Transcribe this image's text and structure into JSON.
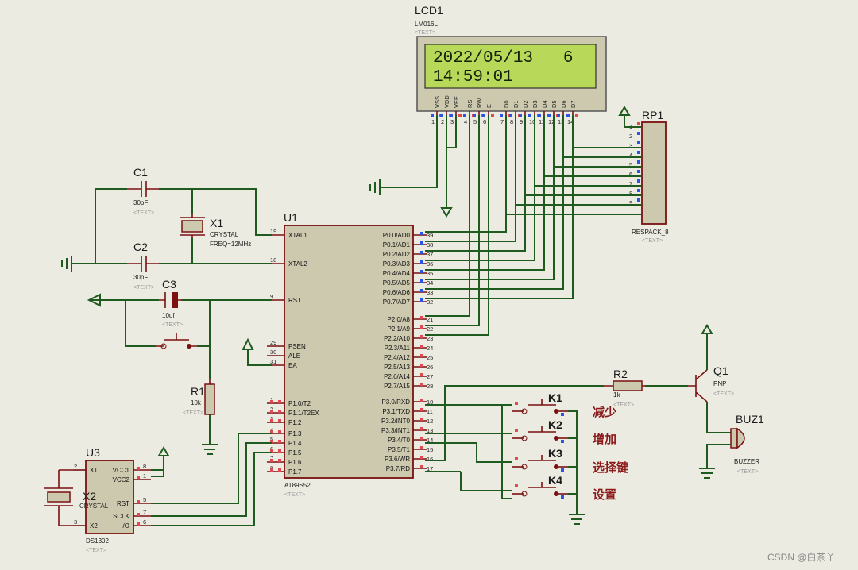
{
  "lcd": {
    "ref": "LCD1",
    "model": "LM016L",
    "text": "<TEXT>",
    "line1": "2022/05/13   6",
    "line2": "14:59:01",
    "pins": [
      "VSS",
      "VDD",
      "VEE",
      "RS",
      "RW",
      "E",
      "D0",
      "D1",
      "D2",
      "D3",
      "D4",
      "D5",
      "D6",
      "D7"
    ],
    "pin_numbers": [
      "1",
      "2",
      "3",
      "4",
      "5",
      "6",
      "7",
      "8",
      "9",
      "10",
      "11",
      "12",
      "13",
      "14"
    ]
  },
  "c1": {
    "ref": "C1",
    "value": "30pF",
    "text": "<TEXT>"
  },
  "c2": {
    "ref": "C2",
    "value": "30pF",
    "text": "<TEXT>"
  },
  "c3": {
    "ref": "C3",
    "value": "10uf",
    "text": "<TEXT>"
  },
  "x1": {
    "ref": "X1",
    "value": "CRYSTAL",
    "freq": "FREQ=12MHz"
  },
  "r1": {
    "ref": "R1",
    "value": "10k",
    "text": "<TEXT>"
  },
  "r2": {
    "ref": "R2",
    "value": "1k",
    "text": "<TEXT>"
  },
  "q1": {
    "ref": "Q1",
    "value": "PNP",
    "text": "<TEXT>"
  },
  "buz": {
    "ref": "BUZ1",
    "value": "BUZZER",
    "text": "<TEXT>"
  },
  "rp1": {
    "ref": "RP1",
    "value": "RESPACK_8",
    "text": "<TEXT>",
    "pins": [
      "1",
      "2",
      "3",
      "4",
      "5",
      "6",
      "7",
      "8",
      "9"
    ]
  },
  "u1": {
    "ref": "U1",
    "model": "AT89S52",
    "text": "<TEXT>",
    "left_pins": [
      {
        "num": "19",
        "name": "XTAL1"
      },
      {
        "num": "18",
        "name": "XTAL2"
      },
      {
        "num": "9",
        "name": "RST"
      },
      {
        "num": "29",
        "name": "PSEN"
      },
      {
        "num": "30",
        "name": "ALE"
      },
      {
        "num": "31",
        "name": "EA"
      },
      {
        "num": "1",
        "name": "P1.0/T2"
      },
      {
        "num": "2",
        "name": "P1.1/T2EX"
      },
      {
        "num": "3",
        "name": "P1.2"
      },
      {
        "num": "4",
        "name": "P1.3"
      },
      {
        "num": "5",
        "name": "P1.4"
      },
      {
        "num": "6",
        "name": "P1.5"
      },
      {
        "num": "7",
        "name": "P1.6"
      },
      {
        "num": "8",
        "name": "P1.7"
      }
    ],
    "right_pins": [
      {
        "num": "39",
        "name": "P0.0/AD0"
      },
      {
        "num": "38",
        "name": "P0.1/AD1"
      },
      {
        "num": "37",
        "name": "P0.2/AD2"
      },
      {
        "num": "36",
        "name": "P0.3/AD3"
      },
      {
        "num": "35",
        "name": "P0.4/AD4"
      },
      {
        "num": "34",
        "name": "P0.5/AD5"
      },
      {
        "num": "33",
        "name": "P0.6/AD6"
      },
      {
        "num": "32",
        "name": "P0.7/AD7"
      },
      {
        "num": "21",
        "name": "P2.0/A8"
      },
      {
        "num": "22",
        "name": "P2.1/A9"
      },
      {
        "num": "23",
        "name": "P2.2/A10"
      },
      {
        "num": "24",
        "name": "P2.3/A11"
      },
      {
        "num": "25",
        "name": "P2.4/A12"
      },
      {
        "num": "26",
        "name": "P2.5/A13"
      },
      {
        "num": "27",
        "name": "P2.6/A14"
      },
      {
        "num": "28",
        "name": "P2.7/A15"
      },
      {
        "num": "10",
        "name": "P3.0/RXD"
      },
      {
        "num": "11",
        "name": "P3.1/TXD"
      },
      {
        "num": "12",
        "name": "P3.2/INT0"
      },
      {
        "num": "13",
        "name": "P3.3/INT1"
      },
      {
        "num": "14",
        "name": "P3.4/T0"
      },
      {
        "num": "15",
        "name": "P3.5/T1"
      },
      {
        "num": "16",
        "name": "P3.6/WR"
      },
      {
        "num": "17",
        "name": "P3.7/RD"
      }
    ]
  },
  "u3": {
    "ref": "U3",
    "model": "DS1302",
    "text": "<TEXT>",
    "left_pins": [
      {
        "num": "2",
        "name": "X1"
      },
      {
        "num": "3",
        "name": "X2"
      }
    ],
    "right_pins": [
      {
        "num": "8",
        "name": "VCC1"
      },
      {
        "num": "1",
        "name": "VCC2"
      },
      {
        "num": "5",
        "name": "RST"
      },
      {
        "num": "7",
        "name": "SCLK"
      },
      {
        "num": "6",
        "name": "I/O"
      }
    ]
  },
  "x2": {
    "ref": "X2",
    "value": "CRYSTAL"
  },
  "keys": [
    {
      "ref": "K1",
      "label": "减少"
    },
    {
      "ref": "K2",
      "label": "增加"
    },
    {
      "ref": "K3",
      "label": "选择键"
    },
    {
      "ref": "K4",
      "label": "设置"
    }
  ],
  "watermark": "CSDN @白茶丫",
  "colors": {
    "wire": "#1f5a1f",
    "pin": "#7a1010",
    "body": "#cdc9af",
    "lcd_screen": "#b8d85a",
    "background": "#ecebe2"
  }
}
